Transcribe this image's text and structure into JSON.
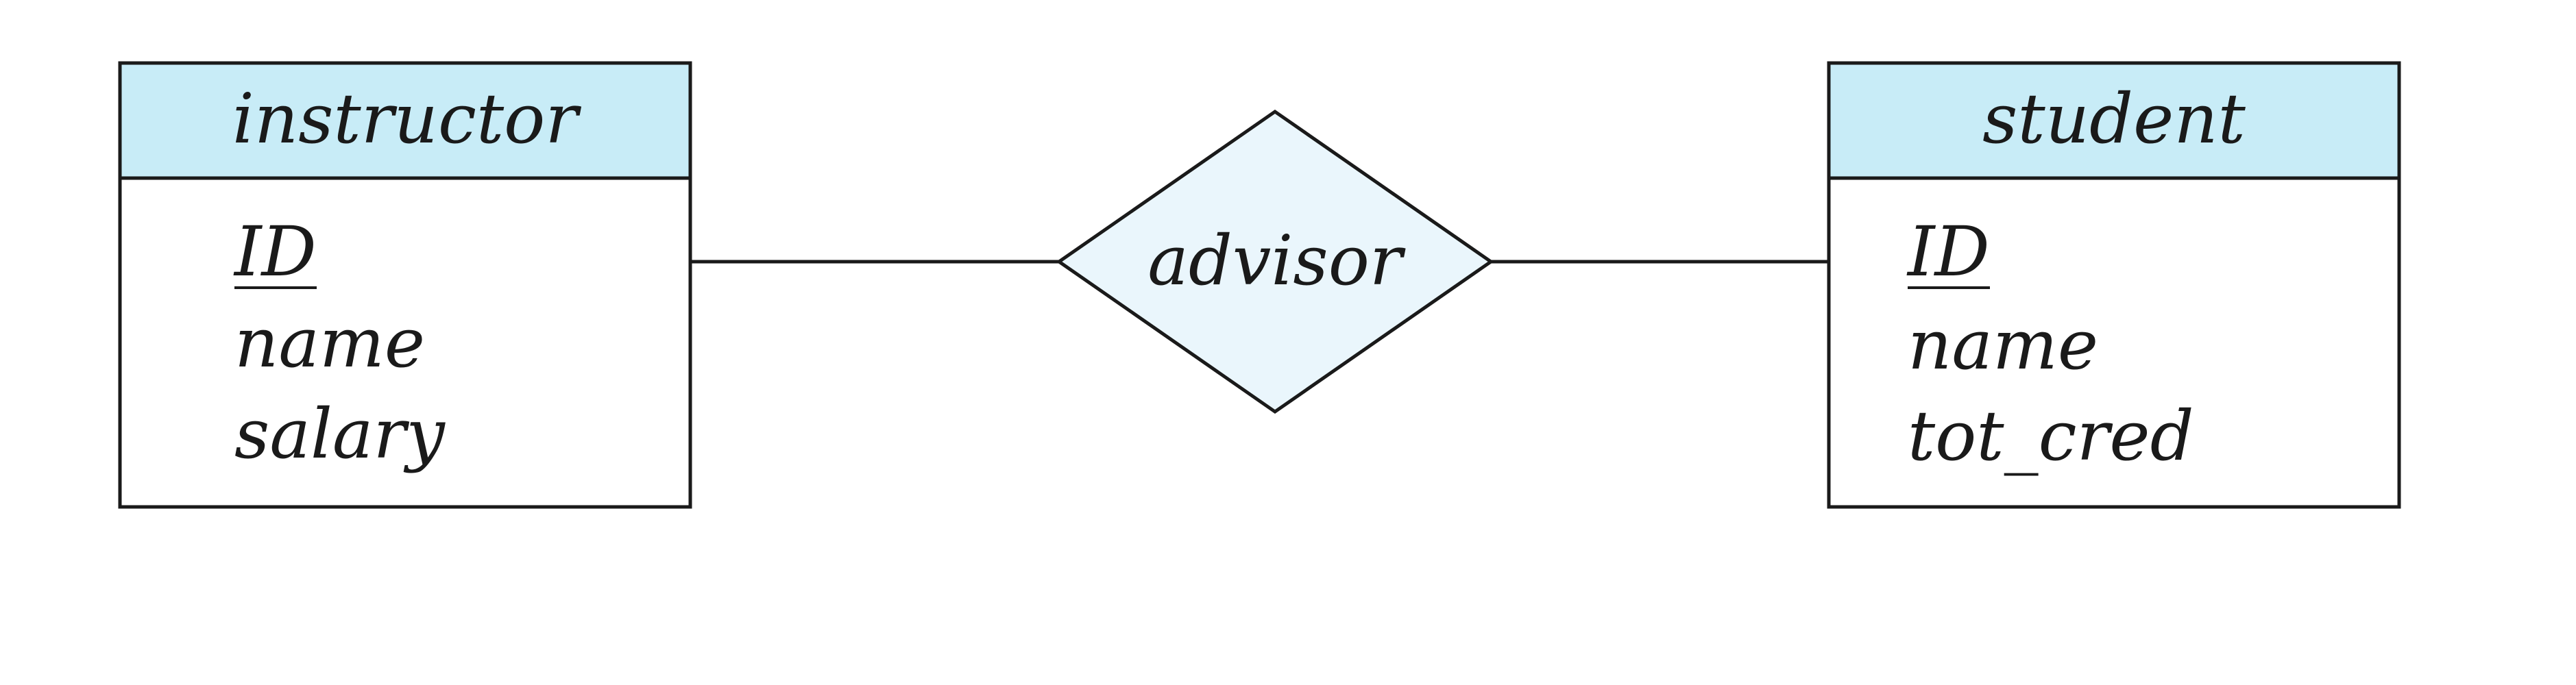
{
  "diagram": {
    "entities": [
      {
        "name": "instructor",
        "attributes": [
          {
            "text": "ID",
            "key": true
          },
          {
            "text": "name",
            "key": false
          },
          {
            "text": "salary",
            "key": false
          }
        ]
      },
      {
        "name": "student",
        "attributes": [
          {
            "text": "ID",
            "key": true
          },
          {
            "text": "name",
            "key": false
          },
          {
            "text": "tot_cred",
            "key": false
          }
        ]
      }
    ],
    "relationship": {
      "name": "advisor"
    },
    "colors": {
      "entity_header_fill": "#c8ecf7",
      "relationship_fill": "#eaf6fc",
      "line": "#1a1a1a",
      "text": "#1a1a1a"
    }
  }
}
